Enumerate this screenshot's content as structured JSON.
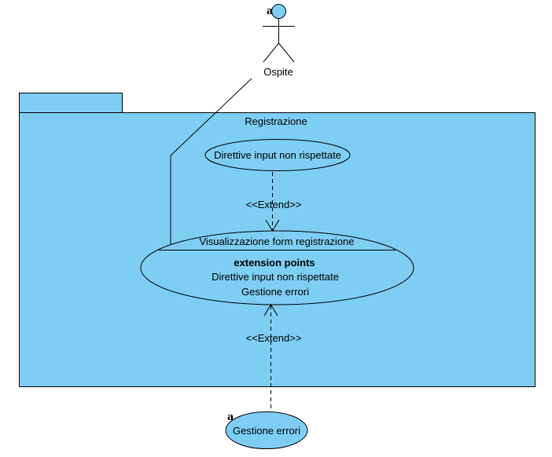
{
  "actor": {
    "name": "Ospite",
    "marker": "a"
  },
  "package": {
    "name": "Registrazione"
  },
  "use_cases": {
    "directives": {
      "label": "Direttive input non rispettate"
    },
    "form": {
      "label": "Visualizzazione form registrazione",
      "extension_title": "extension points",
      "extension_points": [
        "Direttive input non rispettate",
        "Gestione errori"
      ]
    },
    "errors": {
      "label": "Gestione errori",
      "marker": "a"
    }
  },
  "relations": {
    "extend_top": "<<Extend>>",
    "extend_bottom": "<<Extend>>"
  },
  "colors": {
    "fill": "#7ECEF4",
    "stroke": "#000000"
  }
}
